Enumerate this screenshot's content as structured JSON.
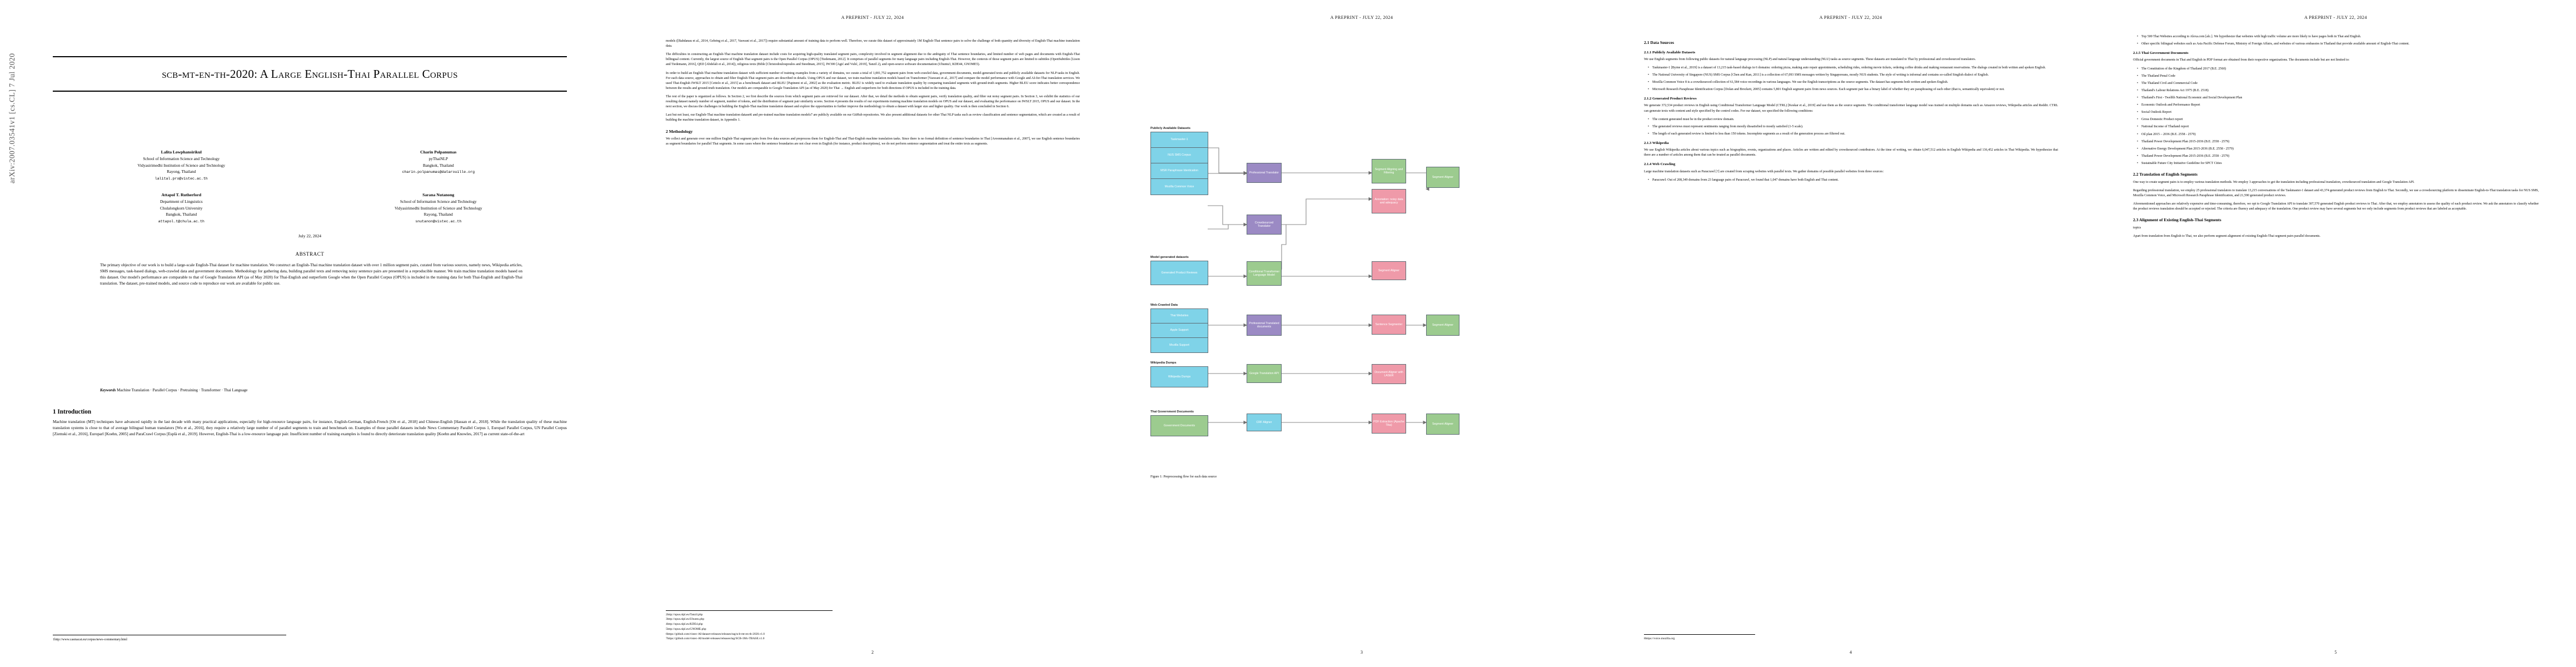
{
  "runninghead": "A PREPRINT - JULY 22, 2024",
  "page1": {
    "arxiv_stamp": "arXiv:2007.03541v1  [cs.CL]  7 Jul 2020",
    "title": "scb-mt-en-th-2020: A Large English-Thai Parallel Corpus",
    "authors": [
      {
        "name": "Lalita Lowphansirikul",
        "lines": [
          "School of Information Science and Technology",
          "Vidyasirimedhi Institution of Science and Technology",
          "Rayong, Thailand"
        ],
        "email": "lalital.pro@vistec.ac.th"
      },
      {
        "name": "Charin Polpanumas",
        "lines": [
          "pyThaiNLP",
          "Bangkok, Thailand"
        ],
        "email": "charin.polpanumas@datarouille.org"
      },
      {
        "name": "Attapol T. Rutherford",
        "lines": [
          "Department of Linguistics",
          "Chulalongkorn University",
          "Bangkok, Thailand"
        ],
        "email": "attapol.t@chula.ac.th"
      },
      {
        "name": "Sarana Nutanong",
        "lines": [
          "School of Information Science and Technology",
          "Vidyasirimedhi Institution of Science and Technology",
          "Rayong, Thailand"
        ],
        "email": "snutanon@vistec.ac.th"
      }
    ],
    "date": "July 22, 2024",
    "abstract_heading": "ABSTRACT",
    "abstract": "The primary objective of our work is to build a large-scale English-Thai dataset for machine translation. We construct an English-Thai machine translation dataset with over 1 million segment pairs, curated from various sources, namely news, Wikipedia articles, SMS messages, task-based dialogs, web-crawled data and government documents. Methodology for gathering data, building parallel texts and removing noisy sentence pairs are presented in a reproducible manner. We train machine translation models based on this dataset. Our model's performance are comparable to that of Google Translation API (as of May 2020) for Thai-English and outperform Google when the Open Parallel Corpus (OPUS) is included in the training data for both Thai-English and English-Thai translation. The dataset, pre-trained models, and source code to reproduce our work are available for public use.",
    "keywords_label": "Keywords",
    "keywords": "Machine Translation · Parallel Corpus · Pretraining · Transformer · Thai Language",
    "section1_heading": "1   Introduction",
    "section1_p1": "Machine translation (MT) techniques have advanced rapidly in the last decade with many practical applications, especially for high-resource language pairs, for instance, English-German, English-French [Ott et al., 2018] and Chinese-English [Hassan et al., 2018]. While the translation quality of these machine translation systems is close to that of average bilingual human translators [Wu et al., 2016], they require a relatively large number of of parallel segments to train and benchmark on. Examples of those parallel datasets include News Commentary Parallel Corpus 1, Europarl Parallel Corpus, UN Parallel Corpus [Ziemski et al., 2016], Europarl [Koehn, 2005] and ParaCrawl Corpus [Esplà et al., 2019]. However, English-Thai is a low-resource language pair. Insufficient number of training examples is found to directly deteriorate translation quality [Koehn and Knowles, 2017] as current state-of-the-art",
    "footnote": "1http://www.casmacat.eu/corpus/news-commentary.html"
  },
  "page2": {
    "paragraphs": [
      "models ([Bahdanau et al., 2014, Gehring et al., 2017, Vaswani et al., 2017]) require substantial amount of training data to perform well. Therefore, we curate this dataset of approximately 1M English-Thai sentence pairs to solve the challenge of both quantity and diversity of English-Thai machine translation data.",
      "The difficulties in constructing an English-Thai machine translation dataset include costs for acquiring high-quality translated segment pairs, complexity involved in segment alignment due to the ambiguity of Thai sentence boundaries, and limited number of web pages and documents with English-Thai billingual content. Currently, the largest source of English-Thai segment pairs is the Open Parallel Corpus (OPUS) [Tiedemann, 2012]. It comprises of parallel segments for many language pairs including English-Thai. However, the contexts of those segment pairs are limited to subtitles (OpenSubtitles [Lison and Tiedemann, 2016], QED [Abdelali et al., 2014]), religious texts (Bible [Christodouloupoulos and Steedman, 2015], JW300 [Agić and Vulić, 2019], Tanzil 2), and open-source software documentation (Ubuntu3, KDE44, GNOME5).",
      "In order to build an English-Thai machine translation dataset with sufficient number of training examples from a variety of domains, we curate a total of 1,001,752 segment pairs from web-crawled data, government documents, model-generated texts and publicly available datasets for NLP tasks in English. For each data source, approaches to obtain and filter English-Thai segment pairs are described in details. Using OPUS and our dataset, we train machine translation models based on Transformer [Vaswani et al., 2017] and compare the model performance with Google and AI-for-Thai translation services. We used Thai-English IWSLT 2015 [Cettolo et al., 2015] as a benchmark dataset and BLEU [Papineni et al., 2002] as the evaluation metric. BLEU is widely used to evaluate translation quality by comparing translated segments with ground-truth segments. Higher BLEU score indicates better correspondence between the results and ground-truth translation. Our models are comparable to Google Translation API (as of May 2020) for Thai → English and outperform for both directions if OPUS is included in the training data.",
      "The rest of the paper is organized as follows. In Section 2, we first describe the sources from which segment pairs are retrieved for our dataset. After that, we detail the methods to obtain segment pairs, verify translation quality, and filter out noisy segment pairs. In Section 3, we exhibit the statistics of our resulting dataset namely number of segment, number of tokens, and the distribution of segment pair similarity scores. Section 4 presents the results of our experiments training machine translation models on OPUS and our dataset, and evaluating the performance on IWSLT 2015, OPUS and our dataset. In the next section, we discuss the challenges in building the English-Thai machine translation dataset and explore the opportunities to further improve the methodology to obtain a dataset with larger size and higher quality. Our work is then concluded in Section 6.",
      "Last but not least, our English-Thai machine translation dataset6 and pre-trained machine translation models7 are publicly available on our GitHub repositories. We also present additional datasets for other Thai NLP tasks such as review classification and sentence segmentation, which are created as a result of building the machine translation dataset, in Appendix 1."
    ],
    "section2_heading": "2   Methodology",
    "section2_p1": "We collect and generate over one million English-Thai segment pairs from five data sources and preprocess them for English-Thai and Thai-English machine translation tasks. Since there is no formal definition of sentence boundaries in Thai [Aroonmanakun et al., 2007], we use English sentence boundaries as segment boundaries for parallel Thai segments. In some cases where the sentence boundaries are not clear even in English (for instance, product descriptions), we do not perform sentence segmentation and treat the entire texts as segments.",
    "footnotes": [
      "2http://opus.nlpl.eu/Tanzil.php",
      "3http://opus.nlpl.eu/Ubuntu.php",
      "4http://opus.nlpl.eu/KDE4.php",
      "5http://opus.nlpl.eu/GNOME.php",
      "6https://github.com/vistec-AI/dataset-releases/releases/tag/scb-mt-en-th-2020.v1.0",
      "7https://github.com/vistec-AI/model-releases/releases/tag/SCB-1Mv-TBASE.v1.0"
    ],
    "pagenum": "2"
  },
  "page3": {
    "figure": {
      "caption": "Figure 1: Preprocessing flow for each data source",
      "groups": [
        {
          "label": "Publicly Available Datasets",
          "items": [
            "Taskmaster-1",
            "NUS SMS Corpus",
            "MSR Paraphrase Identication",
            "Mozilla Common Voice"
          ]
        },
        {
          "label": "Model generated datasets",
          "items": [
            "Generated Product Reviews"
          ]
        },
        {
          "label": "Web-Crawled Data",
          "items": [
            "Thai Websites",
            "Apple Support",
            "Mozilla Support"
          ]
        },
        {
          "label": "Wikipedia Dumps",
          "items": [
            "Wikipedia Dumps"
          ]
        },
        {
          "label": "Thai Government Documents",
          "items": [
            "Government Documents"
          ]
        }
      ],
      "processors": [
        "Professional Translator",
        "Crowdsourced Translator",
        "Conditional Transformer Language Model",
        "Professional Translated documents",
        "Google Translation API",
        "CRF Aligner",
        "Document Aligner with LASER",
        "PDF Extraction (Apache Tika)"
      ],
      "outputs": [
        "Segment Aligning and Filtering",
        "Annotation: noisy data and adequacy",
        "Segment Aligner",
        "Sentence Segmenter"
      ]
    },
    "pagenum": "3"
  },
  "page4": {
    "sections": [
      {
        "level": 2,
        "text": "2.1   Data Sources"
      },
      {
        "level": 3,
        "text": "2.1.1   Publicly Available Datasets"
      },
      {
        "level": 0,
        "text": "We use English segments from following public datasets for natural language processing (NLP) and natural language understanding (NLU) tasks as source segments. These datasets are translated to Thai by professional and crowdsourced translators."
      },
      {
        "level": 9,
        "items": [
          "Taskmaster-1 [Byrne et al., 2019] is a dataset of 13,215 task-based dialogs in 6 domains: ordering pizza, making auto repair appointments, scheduling rides, ordering movie tickets, ordering coffee drinks and making restaurant reservations. The dialogs created in both written and spoken English.",
          "The National University of Singapore (NUS) SMS Corpus [Chen and Kan, 2011] is a collection of 67,093 SMS messages written by Singaporeans, mostly NUS students. The style of writing is informal and contains so-called Singlish dialect of English.",
          "Mozilla Common Voice 8 is a crowdsourced collection of 61,584 voice recordings in various languages. We use the English transcriptions as the source segments. The dataset has segments both written and spoken English.",
          "Microsoft Research Paraphrase Identification Corpus [Dolan and Brockett, 2005] contains 5,801 English segment pairs from news sources. Each segment pair has a binary label of whether they are paraphrasing of each other (that is, semantically equivalent) or not."
        ]
      },
      {
        "level": 3,
        "text": "2.1.2   Generated Product Reviews"
      },
      {
        "level": 0,
        "text": "We generate 372,534 product reviews in English using Conditional Transformer Language Model (CTRL) [Keskar et al., 2019] and use them as the source segments. The conditional transformer language model was trained on multiple domains such as Amazon reviews, Wikipedia articles and Reddit. CTRL can generate texts with content and style specified by the control codes. For our dataset, we specified the following conditions:"
      },
      {
        "level": 9,
        "items": [
          "The content generated must be in the product review domain.",
          "The generated reviews must represent sentiments ranging from mostly dissatisfied to mostly satisfied (1-5 scale).",
          "The length of each generated review is limited to less than 150 tokens. Incomplete segments as a result of the generation process are filtered out."
        ]
      },
      {
        "level": 3,
        "text": "2.1.3   Wikipedia"
      },
      {
        "level": 0,
        "text": "We use English Wikipedia articles about various topics such as biographies, events, organizations and places. Articles are written and edited by crowdsourced contributors. At the time of writing, we obtain 6,047,512 articles in English Wikipedia and 136,452 articles in Thai Wikipedia. We hypothesize that there are a number of articles among them that can be treated as parallel documents."
      },
      {
        "level": 3,
        "text": "2.1.4   Web Crawling"
      },
      {
        "level": 0,
        "text": "Large machine translation datasets such as Paracrawl [?] are created from scraping websites with parallel texts. We gather domains of possible parallel websites from three sources:"
      },
      {
        "level": 9,
        "items": [
          "Paracrawl: Out of 208,349 domains from 23 language pairs of Paracrawl, we found that 1,047 domains have both English and Thai content."
        ]
      }
    ],
    "footnote": "8https://voice.mozilla.org",
    "pagenum": "4"
  },
  "page5": {
    "bullets_top": [
      "Top 500 Thai Websites according to Alexa.com [alc.]. We hypothesize that websites with high traffic volume are more likely to have pages both in Thai and English.",
      "Other specific bilingual websites such as Asia Pacific Defense Forum, Ministry of Foreign Affairs, and websites of various embassies in Thailand that provide available amount of English-Thai content."
    ],
    "sections": [
      {
        "level": 3,
        "text": "2.1.5   Thai Government Documents"
      },
      {
        "level": 0,
        "text": "Official government documents in Thai and English in PDF format are obtained from their respective organizations. The documents include but are not limited to:"
      },
      {
        "level": 9,
        "items": [
          "The Constitution of the Kingdom of Thailand 2017 (B.E. 2560)",
          "The Thailand Penal Code",
          "The Thailand Civil and Commercial Code",
          "Thailand's Labour Relations Act 1975 (B.E. 2518)",
          "Thailand's First - Twelfth National Economic and Social Development Plan",
          "Economic Outlook and Performance Report",
          "Social Outlook Report",
          "Gross Domestic Product report",
          "National Income of Thailand report",
          "Oil plan 2015 – 2036 (B.E. 2558 - 2579)",
          "Thailand Power Development Plan 2015-2036 (B.E. 2558 - 2579)",
          "Alternative Energy Development Plan 2015-2036 (B.E. 2558 - 2579)",
          "Thailand Power Development Plan 2015-2036 (B.E. 2558 - 2579)",
          "Sustainable Future City Initiative Guideline for SPCT Cities"
        ]
      },
      {
        "level": 2,
        "text": "2.2   Translation of English Segments"
      },
      {
        "level": 0,
        "text": "One way to create segment pairs is to employ various translation methods. We employ 3 approaches to get the translation including professional translation, crowdsourced translation and Google Translation API."
      },
      {
        "level": 0,
        "text": "Regarding professional translation, we employ 25 professional translators to translate 13,215 conversations of the Taskmaster-1 dataset and 43,374 generated product reviews from English to Thai. Secondly, we use a crowdsourcing platform to disseminate English-to-Thai translation tasks for NUS SMS, Mozilla Common Voice, and Microsoft Research Paraphrase Identification, and 21,590 generated product reviews."
      },
      {
        "level": 0,
        "text": "Aforementioned approaches are relatively expensive and time-consuming, therefore, we opt to Google Translation API to translate 307,570 generated English product reviews to Thai. After that, we employ annotators to assess the quality of each product review. We ask the annotators to classify whether the product reviews translation should be accepted or rejected. The criteria are fluency and adequacy of the translation. One product review may have several segments but we only include segments from product reviews that are labeled as acceptable."
      },
      {
        "level": 2,
        "text": "2.3   Alignment of Existing English-Thai Segments"
      },
      {
        "level": 0,
        "text": "topics"
      },
      {
        "level": 0,
        "text": "Apart from translation from English to Thai, we also perform segment alignment of existing English-Thai segment pairs parallel documents."
      }
    ],
    "pagenum": "5"
  }
}
